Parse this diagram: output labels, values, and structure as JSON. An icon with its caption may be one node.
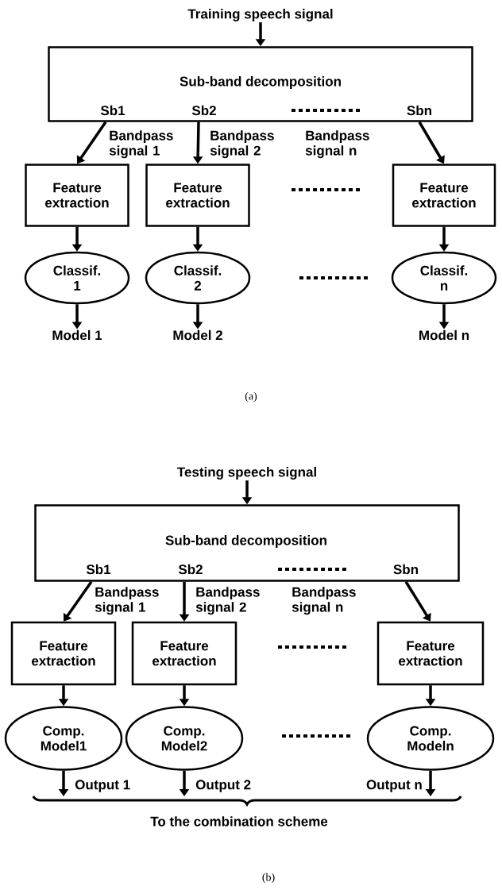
{
  "diagram": {
    "nodes": [
      {
        "text": [
          "Training speech signal"
        ]
      },
      {
        "text": [
          "Sub-band decomposition",
          "Sb1",
          "Sb2",
          "Sbn"
        ]
      },
      {
        "text": [
          "Feature extraction"
        ]
      },
      {
        "text": [
          "Feature extraction"
        ]
      },
      {
        "text": [
          "Feature extraction"
        ]
      },
      {
        "text": [
          "Classif. 1"
        ]
      },
      {
        "text": [
          "Classif. 2"
        ]
      },
      {
        "text": [
          "Classif. n"
        ]
      },
      {
        "text": [
          "Model 1"
        ]
      },
      {
        "text": [
          "Model 2"
        ]
      },
      {
        "text": [
          "Model n"
        ]
      },
      {
        "text": [
          "Testing speech signal"
        ]
      },
      {
        "text": [
          "Sub-band decomposition",
          "Sb1",
          "Sb2",
          "Sbn"
        ]
      },
      {
        "text": [
          "Feature extraction"
        ]
      },
      {
        "text": [
          "Feature extraction"
        ]
      },
      {
        "text": [
          "Feature extraction"
        ]
      },
      {
        "text": [
          "Comp. Model1"
        ]
      },
      {
        "text": [
          "Comp. Model2"
        ]
      },
      {
        "text": [
          "Comp. Modeln"
        ]
      },
      {
        "text": [
          "To the combination scheme"
        ]
      }
    ],
    "edges": [
      {
        "from": 0,
        "to": 1,
        "arrow": "to"
      },
      {
        "from": 1,
        "to": 2,
        "arrow": "to",
        "label": "Bandpass signal 1"
      },
      {
        "from": 1,
        "to": 3,
        "arrow": "to",
        "label": "Bandpass signal 2"
      },
      {
        "from": 1,
        "to": 4,
        "arrow": "to"
      },
      {
        "from": 2,
        "to": 5,
        "arrow": "to"
      },
      {
        "from": 3,
        "to": 6,
        "arrow": "to"
      },
      {
        "from": 4,
        "to": 7,
        "arrow": "to"
      },
      {
        "from": 5,
        "to": 8,
        "arrow": "to"
      },
      {
        "from": 6,
        "to": 9,
        "arrow": "to"
      },
      {
        "from": 7,
        "to": 10,
        "arrow": "to"
      },
      {
        "from": 11,
        "to": 12,
        "arrow": "to"
      },
      {
        "from": 12,
        "to": 13,
        "arrow": "to",
        "label": "Bandpass signal 1"
      },
      {
        "from": 12,
        "to": 14,
        "arrow": "to",
        "label": "Bandpass signal 2"
      },
      {
        "from": 12,
        "to": 15,
        "arrow": "to"
      },
      {
        "from": 13,
        "to": 16,
        "arrow": "to"
      },
      {
        "from": 14,
        "to": 17,
        "arrow": "to"
      },
      {
        "from": 15,
        "to": 18,
        "arrow": "to"
      },
      {
        "from": 16,
        "to": 19,
        "arrow": "to",
        "label": "Output 1"
      },
      {
        "from": 17,
        "to": 19,
        "arrow": "to",
        "label": "Output 2"
      },
      {
        "from": 18,
        "to": 19,
        "arrow": "to",
        "label": "Output n"
      }
    ],
    "labels": [
      "Bandpass signal n",
      "(a)",
      "Bandpass signal n",
      "(b)"
    ]
  }
}
